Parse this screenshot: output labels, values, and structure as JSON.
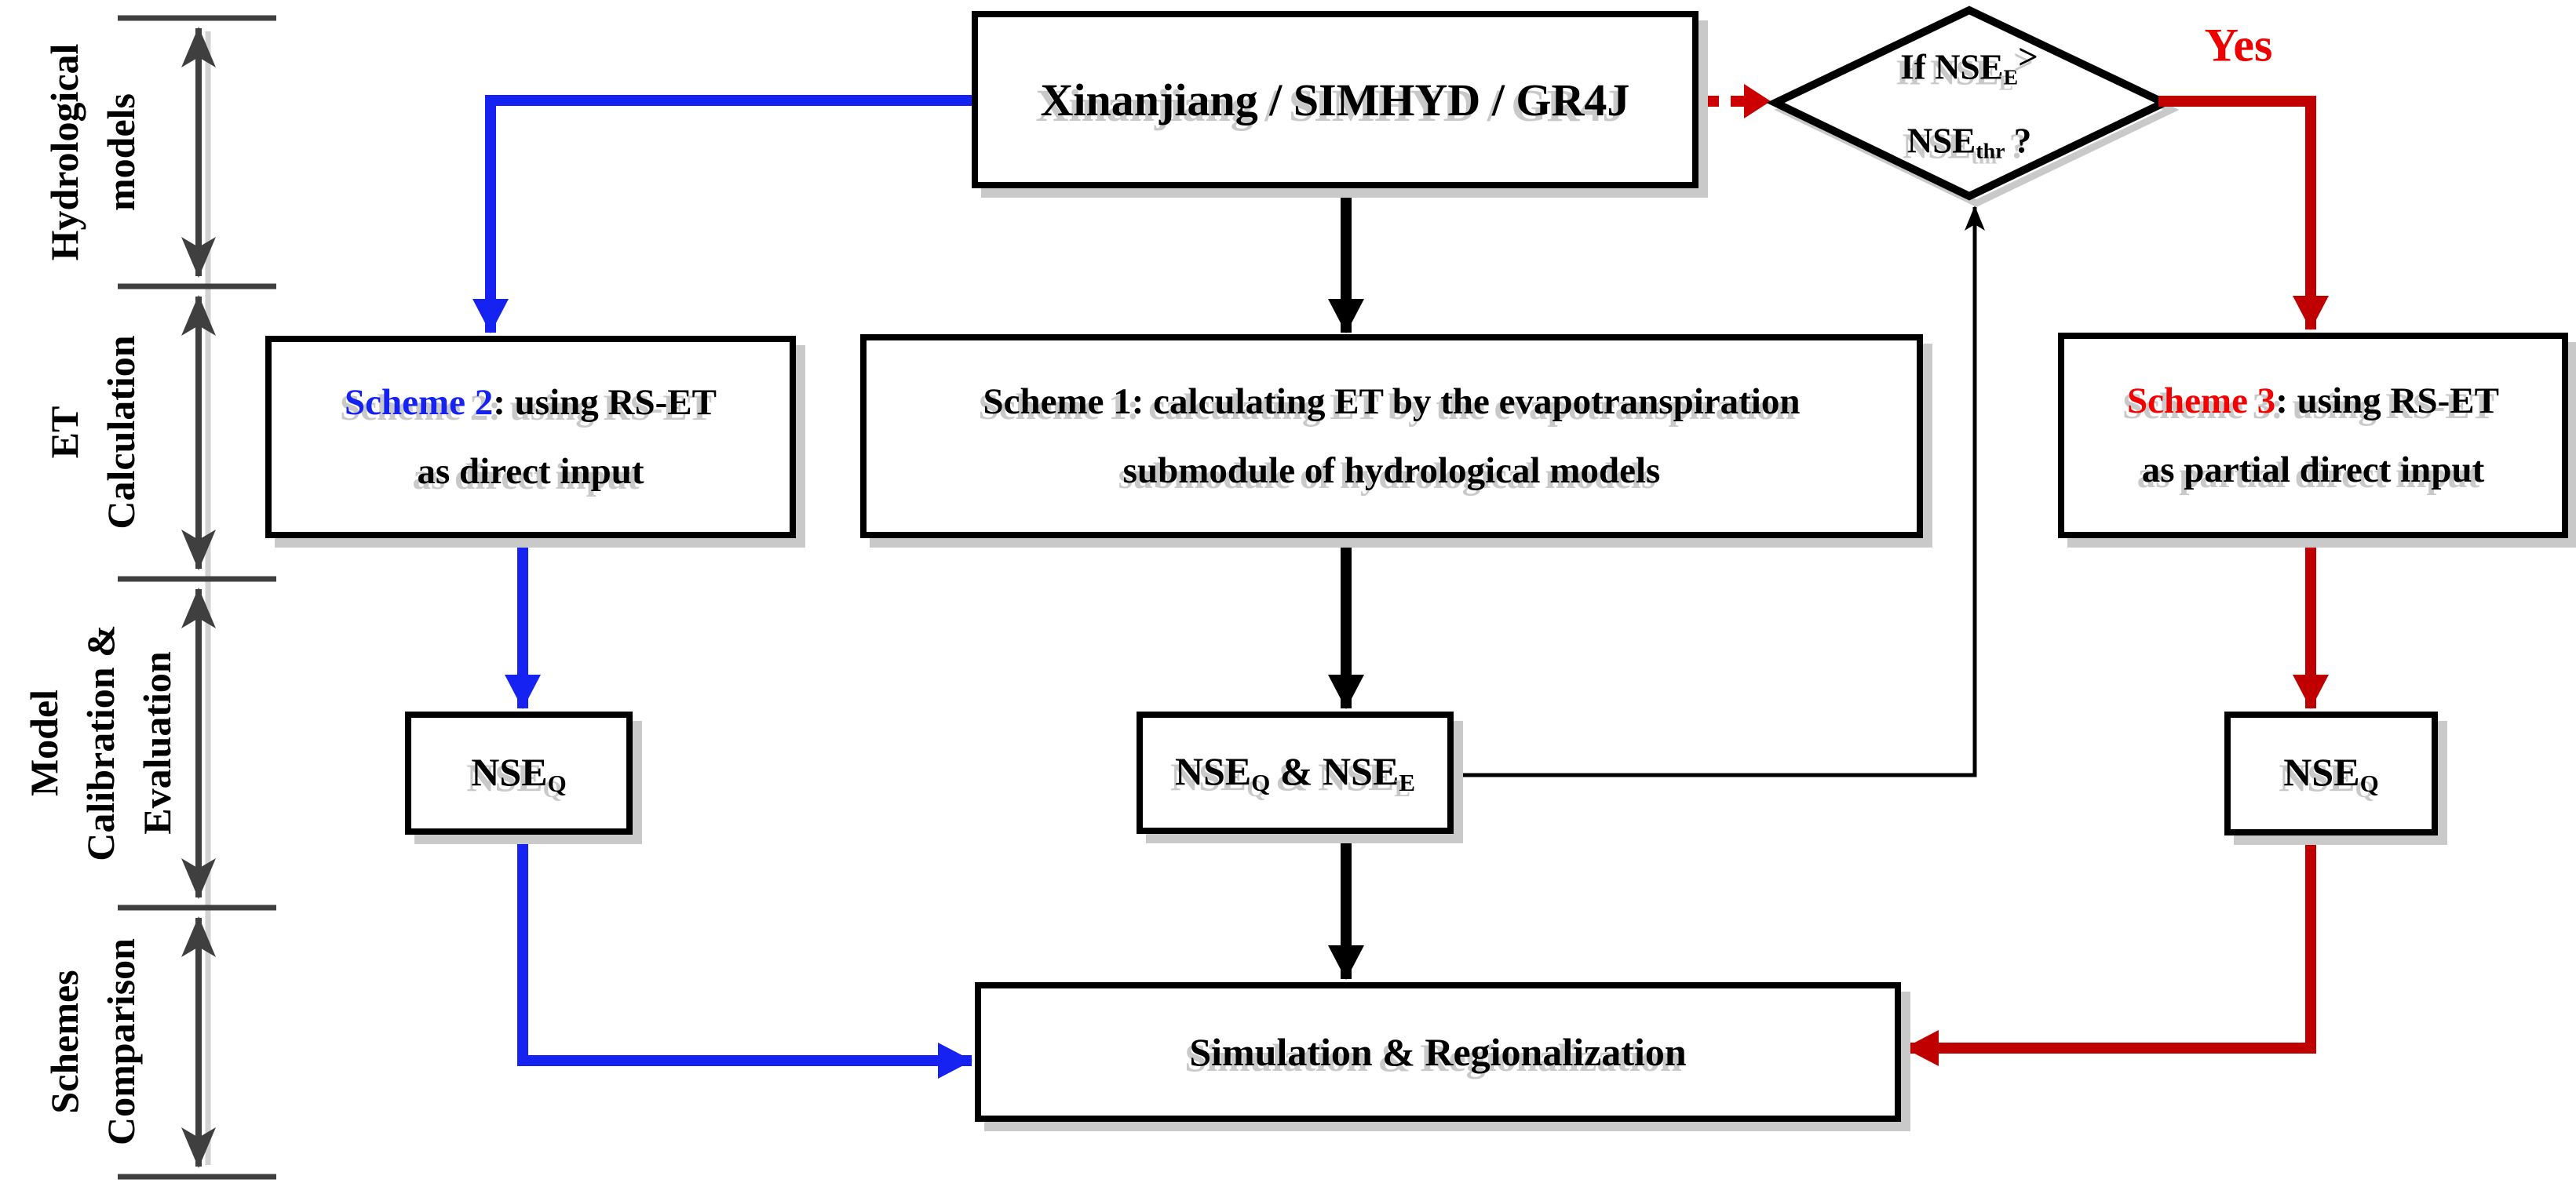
{
  "colors": {
    "ink": "#000000",
    "blue": "#1522F2",
    "red-line": "#C00000",
    "red-dash": "#CC0000",
    "red-bright": "#EC0000",
    "scheme2-blue": "#1522F2",
    "scheme3-red": "#F40000",
    "shadow": "#C9C9C9",
    "measure": "#3F3F3F",
    "measure-echo": "#D2D2D2"
  },
  "side_sections": [
    {
      "lines": [
        "Hydrological",
        "models"
      ]
    },
    {
      "lines": [
        "ET",
        "Calculation"
      ]
    },
    {
      "lines": [
        "Model",
        "Calibration &",
        "Evaluation"
      ]
    },
    {
      "lines": [
        "Schemes",
        "Comparison"
      ]
    }
  ],
  "nodes": {
    "models": {
      "label": "Xinanjiang / SIMHYD / GR4J"
    },
    "decision": {
      "line1_pre": "If NSE",
      "line1_sub": "E",
      "line1_post": ">",
      "line2_base": "NSE",
      "line2_sub": "thr",
      "line2_post": " ?"
    },
    "yes_label": "Yes",
    "scheme2": {
      "title": "Scheme 2",
      "rest": ": using RS-ET",
      "line2": "as direct input"
    },
    "scheme1": {
      "line1": "Scheme 1: calculating ET by the evapotranspiration",
      "line2": "submodule of  hydrological models"
    },
    "scheme3": {
      "title": "Scheme 3",
      "rest": ": using RS-ET",
      "line2": "as partial direct input"
    },
    "nse_left": {
      "base": "NSE",
      "sub": "Q"
    },
    "nse_center": {
      "base1": "NSE",
      "sub1": "Q",
      "amp": " & ",
      "base2": "NSE",
      "sub2": "E"
    },
    "nse_right": {
      "base": "NSE",
      "sub": "Q"
    },
    "simulation": {
      "label": "Simulation & Regionalization"
    }
  }
}
